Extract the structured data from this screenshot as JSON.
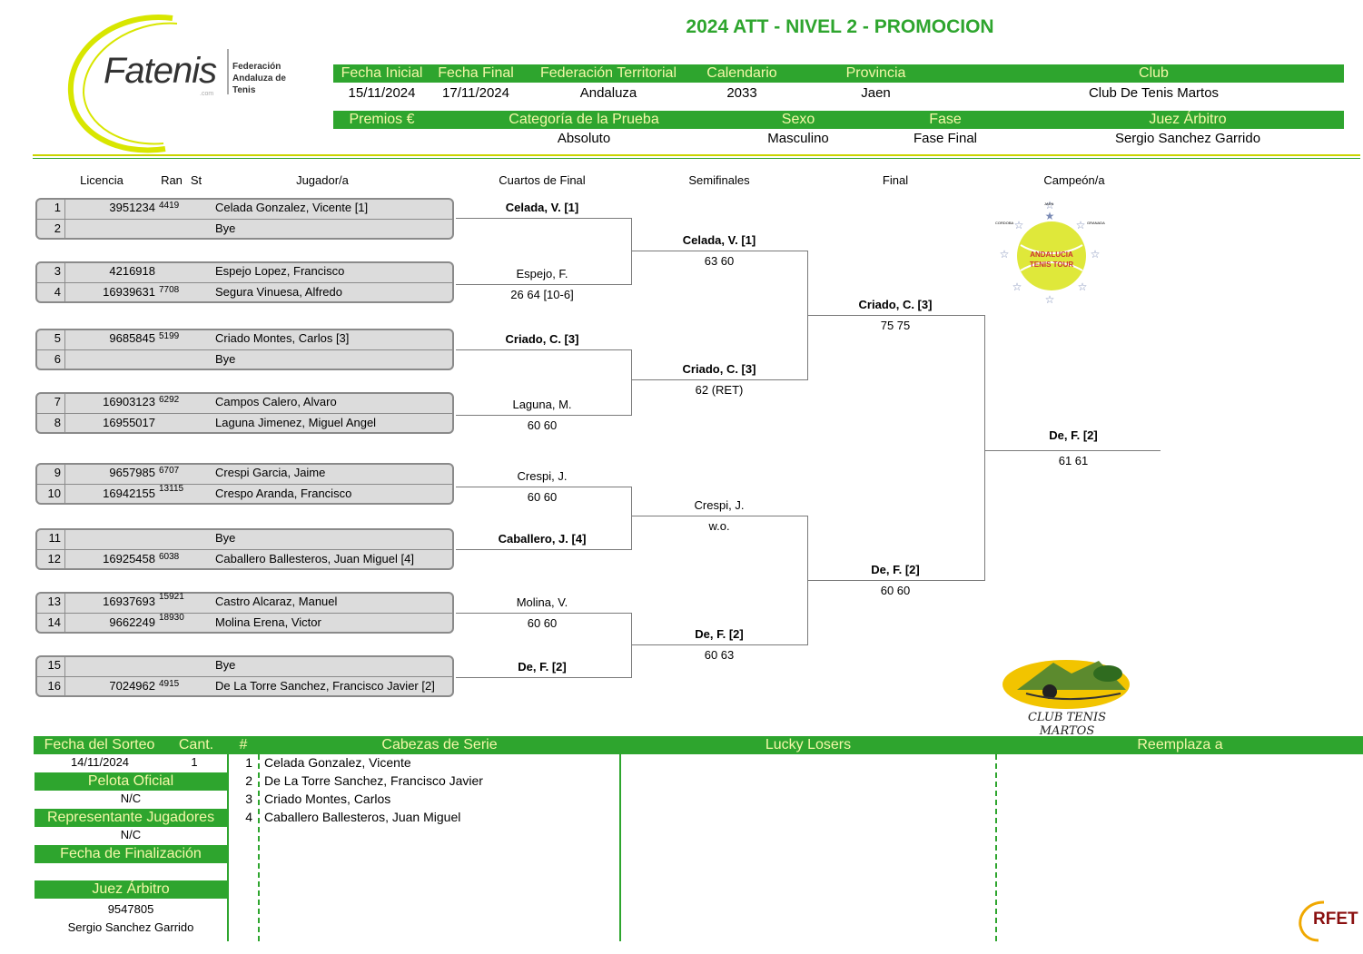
{
  "title": "2024 ATT - NIVEL 2 - PROMOCION",
  "logo": {
    "text": "Fatenis",
    "sub1": "Federación",
    "sub2": "Andaluza de",
    "sub3": "Tenis",
    "small": ".com"
  },
  "header1": {
    "labels": [
      "Fecha Inicial",
      "Fecha Final",
      "Federación Territorial",
      "Calendario",
      "Provincia",
      "Club"
    ],
    "values": [
      "15/11/2024",
      "17/11/2024",
      "Andaluza",
      "2033",
      "Jaen",
      "Club De Tenis Martos"
    ]
  },
  "header2": {
    "labels": [
      "Premios €",
      "Categoría de la Prueba",
      "Sexo",
      "Fase",
      "Juez Árbitro"
    ],
    "values": [
      "",
      "Absoluto",
      "Masculino",
      "Fase Final",
      "Sergio Sanchez Garrido"
    ]
  },
  "columns": {
    "licencia": "Licencia",
    "ran": "Ran",
    "st": "St",
    "jugador": "Jugador/a",
    "cuartos": "Cuartos de Final",
    "semis": "Semifinales",
    "final": "Final",
    "campeon": "Campeón/a"
  },
  "players": [
    {
      "n": "1",
      "lic": "3951234",
      "rank": "4419",
      "name": "Celada Gonzalez, Vicente [1]"
    },
    {
      "n": "2",
      "lic": "",
      "rank": "",
      "name": "Bye"
    },
    {
      "n": "3",
      "lic": "4216918",
      "rank": "",
      "name": "Espejo Lopez, Francisco"
    },
    {
      "n": "4",
      "lic": "16939631",
      "rank": "7708",
      "name": "Segura Vinuesa, Alfredo"
    },
    {
      "n": "5",
      "lic": "9685845",
      "rank": "5199",
      "name": "Criado Montes, Carlos [3]"
    },
    {
      "n": "6",
      "lic": "",
      "rank": "",
      "name": "Bye"
    },
    {
      "n": "7",
      "lic": "16903123",
      "rank": "6292",
      "name": "Campos Calero, Alvaro"
    },
    {
      "n": "8",
      "lic": "16955017",
      "rank": "",
      "name": "Laguna Jimenez, Miguel Angel"
    },
    {
      "n": "9",
      "lic": "9657985",
      "rank": "6707",
      "name": "Crespi Garcia, Jaime"
    },
    {
      "n": "10",
      "lic": "16942155",
      "rank": "13115",
      "name": "Crespo Aranda, Francisco"
    },
    {
      "n": "11",
      "lic": "",
      "rank": "",
      "name": "Bye"
    },
    {
      "n": "12",
      "lic": "16925458",
      "rank": "6038",
      "name": "Caballero Ballesteros, Juan Miguel [4]"
    },
    {
      "n": "13",
      "lic": "16937693",
      "rank": "15921",
      "name": "Castro Alcaraz, Manuel"
    },
    {
      "n": "14",
      "lic": "9662249",
      "rank": "18930",
      "name": "Molina Erena, Victor"
    },
    {
      "n": "15",
      "lic": "",
      "rank": "",
      "name": "Bye"
    },
    {
      "n": "16",
      "lic": "7024962",
      "rank": "4915",
      "name": "De La Torre Sanchez, Francisco Javier [2]"
    }
  ],
  "quarters": [
    {
      "name": "Celada, V. [1]",
      "score": ""
    },
    {
      "name": "Espejo, F.",
      "score": "26 64 [10-6]"
    },
    {
      "name": "Criado, C. [3]",
      "score": ""
    },
    {
      "name": "Laguna, M.",
      "score": "60 60"
    },
    {
      "name": "Crespi, J.",
      "score": "60 60"
    },
    {
      "name": "Caballero, J. [4]",
      "score": ""
    },
    {
      "name": "Molina, V.",
      "score": "60 60"
    },
    {
      "name": "De, F. [2]",
      "score": ""
    }
  ],
  "semis": [
    {
      "name": "Celada, V. [1]",
      "score": "63 60"
    },
    {
      "name": "Criado, C. [3]",
      "score": "62 (RET)"
    },
    {
      "name": "Crespi, J.",
      "score": "w.o."
    },
    {
      "name": "De, F. [2]",
      "score": "60 63"
    }
  ],
  "finals": [
    {
      "name": "Criado, C. [3]",
      "score": "75 75"
    },
    {
      "name": "De, F. [2]",
      "score": "60 60"
    }
  ],
  "champion": {
    "name": "De, F. [2]",
    "score": "61 61"
  },
  "tour_logo": {
    "line1": "ANDALUCIA",
    "line2": "TENIS TOUR",
    "left": "CORDOBA",
    "right": "GRANADA",
    "top": "JAEN"
  },
  "club_logo": {
    "text": "CLUB TENIS MARTOS"
  },
  "bottom": {
    "fecha_sorteo_label": "Fecha del Sorteo",
    "cant_label": "Cant.",
    "fecha_sorteo": "14/11/2024",
    "cant": "1",
    "pelota_label": "Pelota Oficial",
    "pelota": "N/C",
    "representante_label": "Representante Jugadores",
    "representante": "N/C",
    "finalizacion_label": "Fecha de Finalización",
    "finalizacion": "",
    "juez_label": "Juez Árbitro",
    "juez_id": "9547805",
    "juez_name": "Sergio Sanchez Garrido",
    "hash_label": "#",
    "cabezas_label": "Cabezas de Serie",
    "lucky_label": "Lucky Losers",
    "reemplaza_label": "Reemplaza a",
    "seeds": [
      {
        "n": "1",
        "name": "Celada Gonzalez, Vicente"
      },
      {
        "n": "2",
        "name": "De La Torre Sanchez, Francisco Javier"
      },
      {
        "n": "3",
        "name": "Criado Montes, Carlos"
      },
      {
        "n": "4",
        "name": "Caballero Ballesteros, Juan Miguel"
      }
    ]
  },
  "rfet_logo": {
    "text": "RFET"
  },
  "colors": {
    "green": "#2ea52e",
    "header_text": "#f4f7a8",
    "yellow_ring": "#d8e600"
  }
}
